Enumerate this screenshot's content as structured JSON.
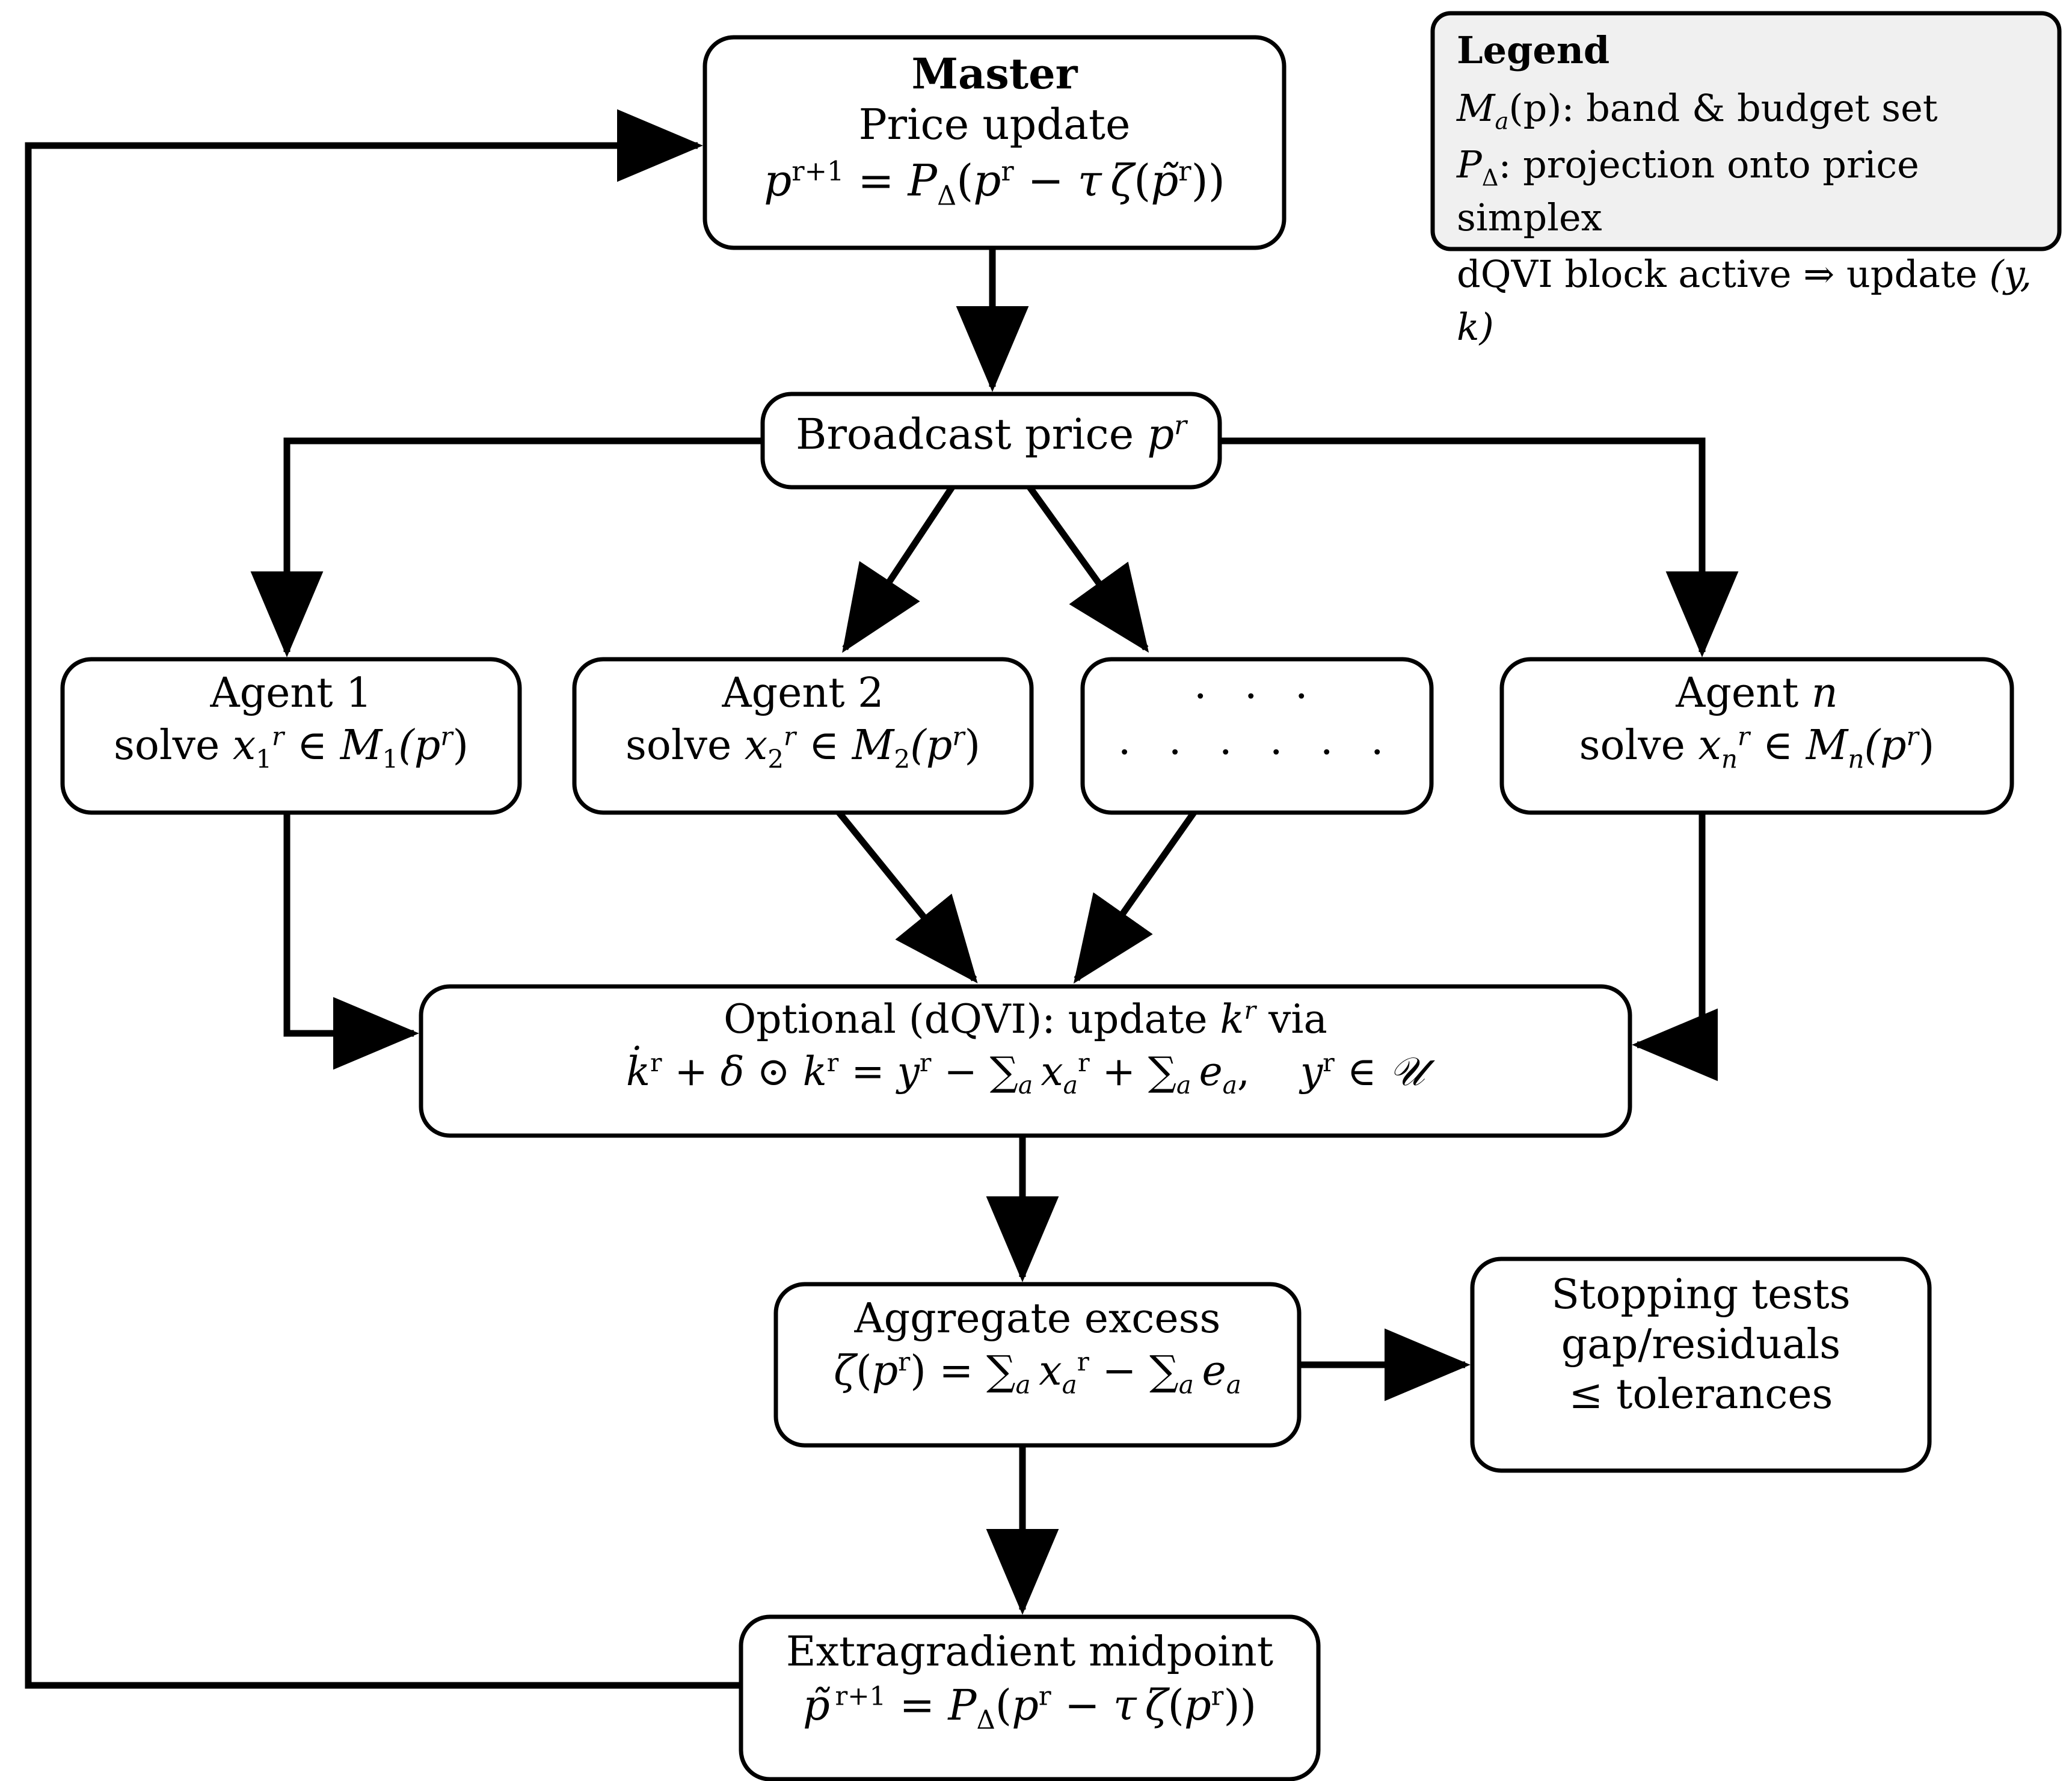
{
  "diagram": {
    "title": "Distributed price-update / agent-equilibrium flowchart",
    "background_color": "#ffffff",
    "line_color": "#000000",
    "legend_fill": "#f0f0f0"
  },
  "legend": {
    "title": "Legend",
    "items": [
      "Mₐ(p): band & budget set",
      "PΔ: projection onto price simplex",
      "dQVI block active ⇒ update (y, k)"
    ],
    "lines": [
      {
        "sym": "M",
        "sub": "a",
        "rest": "(p): band & budget set"
      },
      {
        "sym": "P",
        "sub": "Δ",
        "rest": ": projection onto price simplex"
      },
      {
        "plain_a": "dQVI block active ",
        "arrow": "⇒",
        "plain_b": " update ",
        "pair": "(y, k)"
      }
    ]
  },
  "nodes": {
    "master": {
      "title": "Master",
      "line2": "Price update",
      "formula_plain": "p^{r+1} = P_Δ(p^r − τ ζ(p̃^r))"
    },
    "broadcast": {
      "label_plain": "Broadcast price p^r",
      "label_text": "Broadcast price ",
      "label_math": "p",
      "label_sup": "r"
    },
    "agent1": {
      "title_text": "Agent ",
      "title_index": "1",
      "solve_word": "solve ",
      "var": "x",
      "var_sub": "1",
      "var_sup": "r",
      "member": "∈",
      "set": "M",
      "set_sub": "1",
      "arg": "(p",
      "arg_sup": "r",
      "arg_close": ")",
      "plain": "Agent 1 / solve x_1^r ∈ M_1(p^r)"
    },
    "agent2": {
      "title_text": "Agent ",
      "title_index": "2",
      "solve_word": "solve ",
      "var": "x",
      "var_sub": "2",
      "var_sup": "r",
      "member": "∈",
      "set": "M",
      "set_sub": "2",
      "arg": "(p",
      "arg_sup": "r",
      "arg_close": ")",
      "plain": "Agent 2 / solve x_2^r ∈ M_2(p^r)"
    },
    "agent_ellipsis": {
      "row1": "· · ·",
      "row2": "· · ·   · · ·",
      "plain": ". . .  / . . . . . ."
    },
    "agentn": {
      "title_text": "Agent ",
      "title_index": "n",
      "solve_word": "solve ",
      "var": "x",
      "var_sub": "n",
      "var_sup": "r",
      "member": "∈",
      "set": "M",
      "set_sub": "n",
      "arg": "(p",
      "arg_sup": "r",
      "arg_close": ")",
      "plain": "Agent n / solve x_n^r ∈ M_n(p^r)"
    },
    "dqvi": {
      "line1_a": "Optional (dQVI): update ",
      "line1_k": "k",
      "line1_sup": "r",
      "line1_b": " via",
      "formula_plain": "k̇^r + δ ⊙ k^r = y^r − ∑ₐ xₐ^r + ∑ₐ eₐ,   y^r ∈ 𝒴"
    },
    "aggregate": {
      "title": "Aggregate excess",
      "formula_plain": "ζ(p^r) = ∑ₐ xₐ^r − ∑ₐ eₐ"
    },
    "stopping": {
      "line1": "Stopping tests",
      "line2": "gap/residuals",
      "line3_sym": "≤",
      "line3_text": " tolerances",
      "plain": "Stopping tests / gap/residuals / ≤ tolerances"
    },
    "extragradient": {
      "title": "Extragradient midpoint",
      "formula_plain": "p̃^{r+1} = PΔ(p^r − τ ζ(p^r))"
    }
  },
  "edges": [
    {
      "from": "extragradient",
      "to": "master",
      "kind": "feedback-loop-left"
    },
    {
      "from": "master",
      "to": "broadcast",
      "kind": "down-arrow"
    },
    {
      "from": "broadcast",
      "to": "agent1",
      "kind": "left-branch"
    },
    {
      "from": "broadcast",
      "to": "agent2",
      "kind": "diagonal"
    },
    {
      "from": "broadcast",
      "to": "agent_ellipsis",
      "kind": "diagonal"
    },
    {
      "from": "broadcast",
      "to": "agentn",
      "kind": "right-branch"
    },
    {
      "from": "agent1",
      "to": "dqvi",
      "kind": "down-then-right"
    },
    {
      "from": "agent2",
      "to": "dqvi",
      "kind": "diagonal"
    },
    {
      "from": "agent_ellipsis",
      "to": "dqvi",
      "kind": "diagonal"
    },
    {
      "from": "agentn",
      "to": "dqvi",
      "kind": "down-then-left"
    },
    {
      "from": "dqvi",
      "to": "aggregate",
      "kind": "down-arrow"
    },
    {
      "from": "aggregate",
      "to": "stopping",
      "kind": "right-arrow"
    },
    {
      "from": "aggregate",
      "to": "extragradient",
      "kind": "down-arrow"
    }
  ]
}
